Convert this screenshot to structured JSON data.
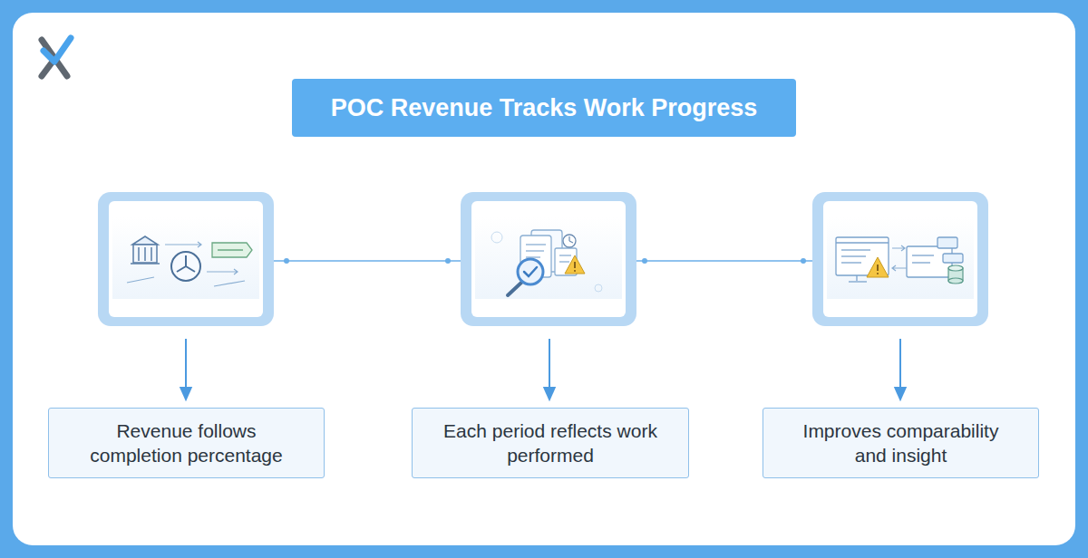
{
  "diagram": {
    "title": "POC Revenue Tracks Work Progress",
    "nodes": [
      {
        "text": [
          "Revenue follows completion percentage"
        ]
      },
      {
        "text": [
          "Each period reflects work performed"
        ]
      },
      {
        "text": [
          "Improves comparability and insight"
        ]
      }
    ]
  }
}
